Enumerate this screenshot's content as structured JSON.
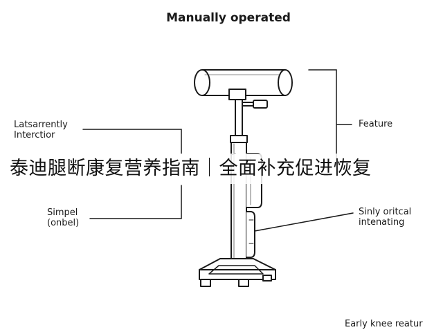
{
  "title": "Manually operated",
  "labels": {
    "top_left": [
      "Latsarrently",
      "Interctior"
    ],
    "right_top": "Feature",
    "bottom_left": [
      "Simpel",
      "(onbel)"
    ],
    "right_bottom": [
      "Sinly oritcal",
      "intenating"
    ],
    "bottom_right": "Early knee reatur"
  },
  "overlay_caption": "泰迪腿断康复营养指南｜全面补充促进恢复",
  "colors": {
    "line": "#1a1a1a",
    "background": "#ffffff"
  }
}
